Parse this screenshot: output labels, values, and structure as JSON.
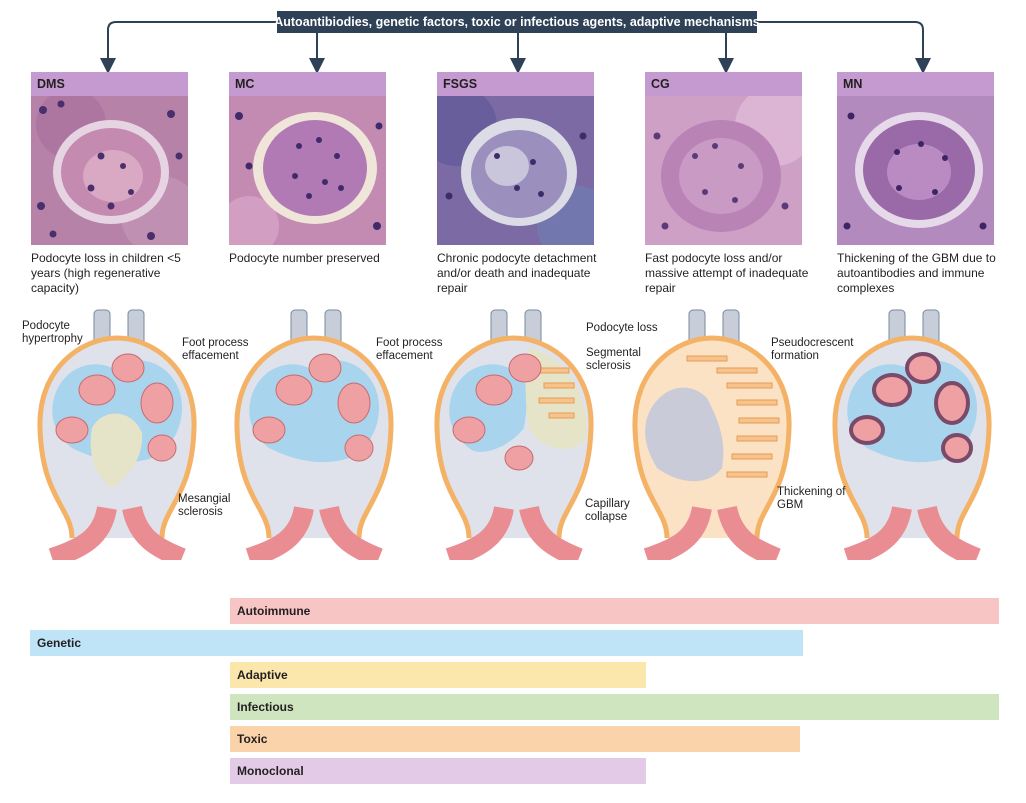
{
  "banner": "Autoantibiodies, genetic factors, toxic or infectious agents, adaptive mechanisms",
  "panels": [
    {
      "label": "DMS",
      "caption": "Podocyte loss in children <5 years (high regenerative capacity)"
    },
    {
      "label": "MC",
      "caption": "Podocyte number preserved"
    },
    {
      "label": "FSGS",
      "caption": "Chronic podocyte detachment and/or death and inadequate repair"
    },
    {
      "label": "CG",
      "caption": "Fast podocyte loss and/or massive attempt of inadequate repair"
    },
    {
      "label": "MN",
      "caption": "Thickening of the GBM due to autoantibodies and immune complexes"
    }
  ],
  "annotations": {
    "podocyte_hypertrophy": "Podocyte hypertrophy",
    "foot_process_1": "Foot process effacement",
    "mesangial_sclerosis": "Mesangial sclerosis",
    "foot_process_2": "Foot process effacement",
    "podocyte_loss": "Podocyte loss",
    "segmental_sclerosis": "Segmental sclerosis",
    "pseudocrescent": "Pseudocrescent formation",
    "capillary_collapse": "Capillary collapse",
    "thickening_gbm": "Thickening of GBM"
  },
  "bars": [
    {
      "label": "Autoimmune",
      "color": "#f7c6c4"
    },
    {
      "label": "Genetic",
      "color": "#bfe3f7"
    },
    {
      "label": "Adaptive",
      "color": "#fbe7ac"
    },
    {
      "label": "Infectious",
      "color": "#cfe5bf"
    },
    {
      "label": "Toxic",
      "color": "#fbd3aa"
    },
    {
      "label": "Monoclonal",
      "color": "#e3cbe8"
    }
  ],
  "colors": {
    "banner": "#2e4157",
    "header": "#c49ad0",
    "capsule": "#f4b266",
    "podocyte": "#a9d4ee",
    "capillary": "#f0a3a3",
    "sclerosis": "#e6e4c8",
    "mesangium": "#d6d9e4",
    "crescent": "#f7c38d"
  }
}
